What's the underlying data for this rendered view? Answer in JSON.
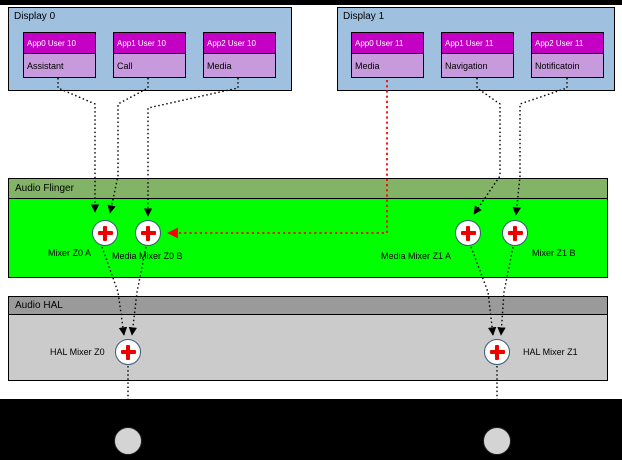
{
  "displays": [
    {
      "title": "Display 0",
      "apps": [
        {
          "name": "App0 User 10",
          "role": "Assistant"
        },
        {
          "name": "App1 User 10",
          "role": "Call"
        },
        {
          "name": "App2 User 10",
          "role": "Media"
        }
      ]
    },
    {
      "title": "Display 1",
      "apps": [
        {
          "name": "App0 User 11",
          "role": "Media"
        },
        {
          "name": "App1 User 11",
          "role": "Navigation"
        },
        {
          "name": "App2 User 11",
          "role": "Notificatoin"
        }
      ]
    }
  ],
  "audio_flinger": {
    "title": "Audio Flinger",
    "mixers": [
      "Mixer Z0 A",
      "Media Mixer Z0 B",
      "Media Mixer Z1 A",
      "Mixer Z1 B"
    ]
  },
  "audio_hal": {
    "title": "Audio HAL",
    "mixers": [
      "HAL Mixer Z0",
      "HAL Mixer Z1"
    ]
  },
  "colors": {
    "display_bg": "#a0c0e0",
    "app_header_bg": "#c400c4",
    "app_body_bg": "#c79add",
    "flinger_header_bg": "#82b366",
    "flinger_body_bg": "#00ff00",
    "hal_header_bg": "#9a9a9a",
    "hal_body_bg": "#cbcbcb",
    "mixer_ring": "#3a5a78",
    "cross_red": "#ee0000",
    "arrow_black": "#000000",
    "arrow_red": "#ff0000",
    "speaker_fill": "#d4d4d4"
  }
}
